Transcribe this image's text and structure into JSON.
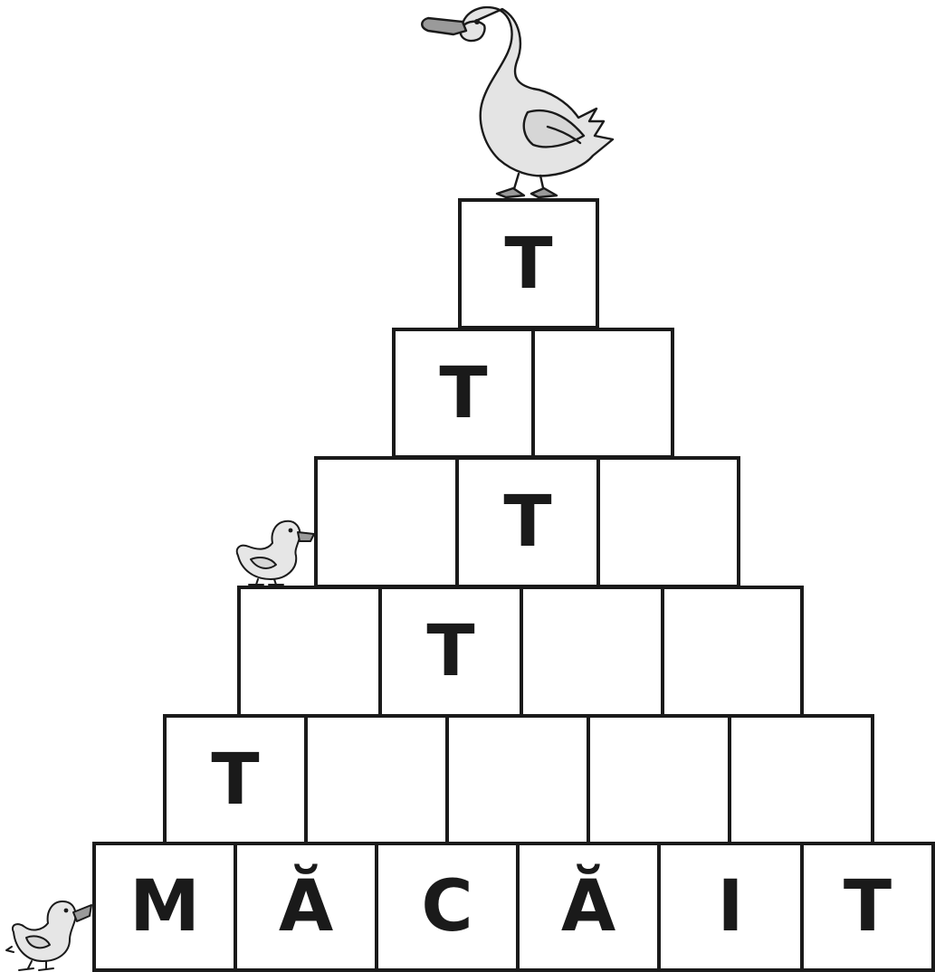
{
  "pyramid": {
    "rows": [
      [
        "T"
      ],
      [
        "T",
        ""
      ],
      [
        "",
        "T",
        ""
      ],
      [
        "",
        "T",
        "",
        ""
      ],
      [
        "T",
        "",
        "",
        "",
        ""
      ],
      [
        "M",
        "Ă",
        "C",
        "Ă",
        "I",
        "T"
      ]
    ]
  },
  "images": {
    "goose": "goose-illustration",
    "duckling_middle": "duckling-illustration",
    "duckling_bottom": "duckling-illustration"
  }
}
